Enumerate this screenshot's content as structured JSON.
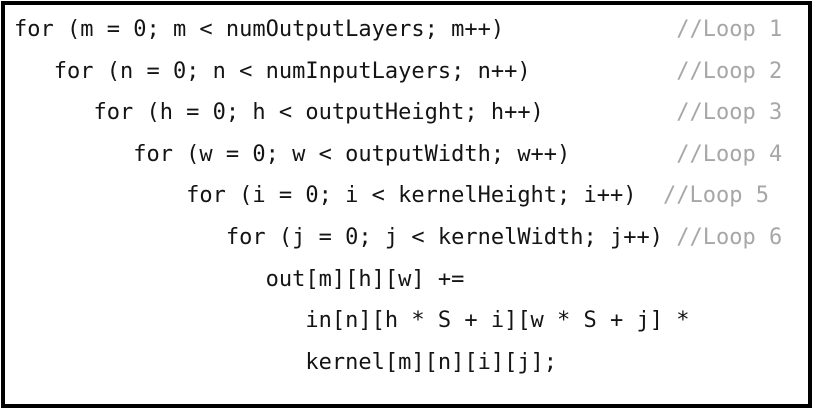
{
  "title": "CNN convolution loop nest pseudocode",
  "colors": {
    "background": "#ffffff",
    "border": "#000000",
    "code_text": "#141414",
    "comment_text": "#a7a7a7"
  },
  "lines": [
    {
      "code": "for (m = 0; m < numOutputLayers; m++)             ",
      "comment": "//Loop 1"
    },
    {
      "code": "   for (n = 0; n < numInputLayers; n++)           ",
      "comment": "//Loop 2"
    },
    {
      "code": "      for (h = 0; h < outputHeight; h++)          ",
      "comment": "//Loop 3"
    },
    {
      "code": "         for (w = 0; w < outputWidth; w++)        ",
      "comment": "//Loop 4"
    },
    {
      "code": "             for (i = 0; i < kernelHeight; i++)  ",
      "comment": "//Loop 5"
    },
    {
      "code": "                for (j = 0; j < kernelWidth; j++) ",
      "comment": "//Loop 6"
    },
    {
      "code": "                   out[m][h][w] +=",
      "comment": ""
    },
    {
      "code": "                      in[n][h * S + i][w * S + j] *",
      "comment": ""
    },
    {
      "code": "                      kernel[m][n][i][j];",
      "comment": ""
    }
  ]
}
